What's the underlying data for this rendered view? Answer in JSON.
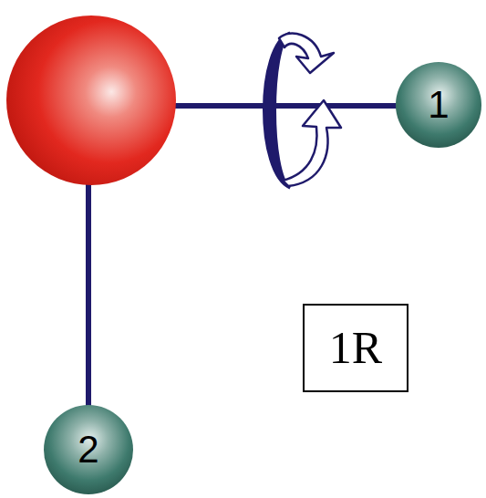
{
  "diagram": {
    "nodes": [
      {
        "text": [
          "1"
        ]
      },
      {
        "text": [
          "1R"
        ]
      },
      {
        "text": [
          "2"
        ]
      }
    ]
  }
}
